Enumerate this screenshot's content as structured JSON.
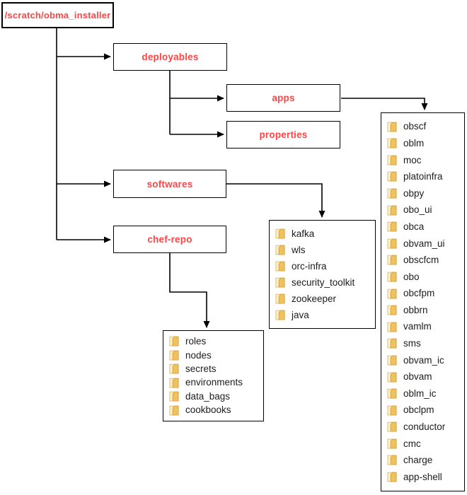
{
  "diagram": {
    "description": "Directory structure tree of /scratch/obma_installer",
    "colors": {
      "node_label_red": "#ff4545",
      "line_black": "#000000",
      "box_border": "#000000",
      "folder_front_gold": "#f0c25e",
      "folder_back_cream": "#faf0d3",
      "folder_outline": "#d4a03c",
      "list_text": "#1c1c1c",
      "background": "#ffffff"
    },
    "nodes": {
      "root": {
        "label": "/scratch/obma_installer"
      },
      "deployables": {
        "label": "deployables"
      },
      "apps": {
        "label": "apps"
      },
      "properties": {
        "label": "properties"
      },
      "softwares": {
        "label": "softwares"
      },
      "chef_repo": {
        "label": "chef-repo"
      }
    },
    "lists": {
      "apps_folders": {
        "parent": "apps",
        "items": [
          "obscf",
          "oblm",
          "moc",
          "platoinfra",
          "obpy",
          "obo_ui",
          "obca",
          "obvam_ui",
          "obscfcm",
          "obo",
          "obcfpm",
          "obbrn",
          "vamlm",
          "sms",
          "obvam_ic",
          "obvam",
          "oblm_ic",
          "obclpm",
          "conductor",
          "cmc",
          "charge",
          "app-shell"
        ]
      },
      "softwares_folders": {
        "parent": "softwares",
        "items": [
          "kafka",
          "wls",
          "orc-infra",
          "security_toolkit",
          "zookeeper",
          "java"
        ]
      },
      "chef_repo_folders": {
        "parent": "chef-repo",
        "items": [
          "roles",
          "nodes",
          "secrets",
          "environments",
          "data_bags",
          "cookbooks"
        ]
      }
    },
    "edges": [
      {
        "from": "root",
        "to": "deployables"
      },
      {
        "from": "root",
        "to": "softwares"
      },
      {
        "from": "root",
        "to": "chef_repo"
      },
      {
        "from": "deployables",
        "to": "apps"
      },
      {
        "from": "deployables",
        "to": "properties"
      },
      {
        "from": "apps",
        "to": "apps_folders"
      },
      {
        "from": "softwares",
        "to": "softwares_folders"
      },
      {
        "from": "chef_repo",
        "to": "chef_repo_folders"
      }
    ]
  }
}
